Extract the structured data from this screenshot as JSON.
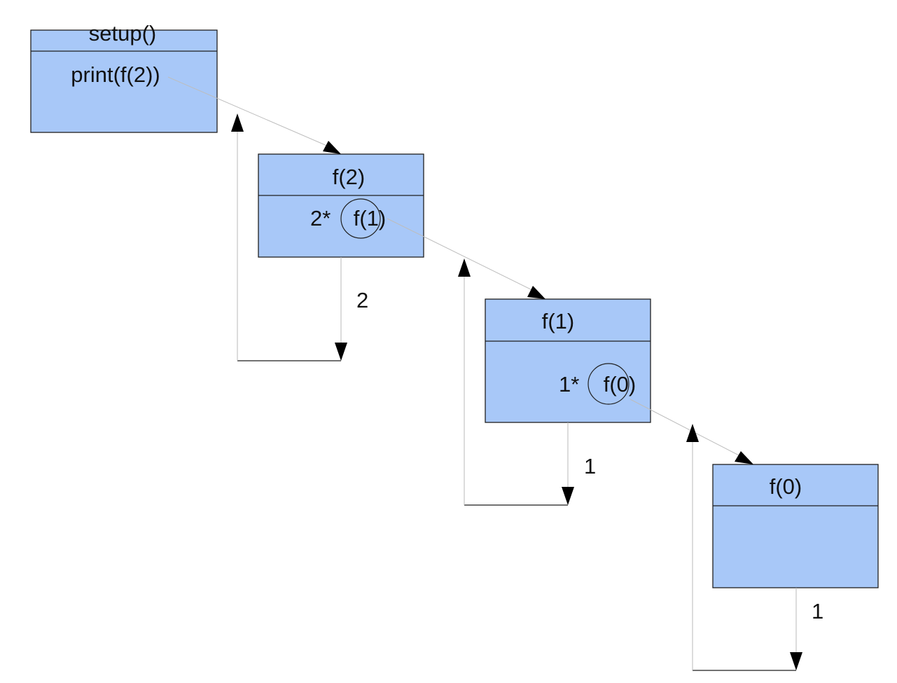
{
  "frames": [
    {
      "title": "setup()",
      "body_prefix": "",
      "body_call": "print(f(2))"
    },
    {
      "title": "f(2)",
      "body_prefix": "2*",
      "body_call": "f(1)"
    },
    {
      "title": "f(1)",
      "body_prefix": "1*",
      "body_call": "f(0)"
    },
    {
      "title": "f(0)",
      "body_prefix": "",
      "body_call": ""
    }
  ],
  "return_values": [
    "2",
    "1",
    "1"
  ],
  "colors": {
    "frame_fill": "#a8c8f8",
    "frame_border": "#1f1f1f",
    "connector": "#bdbdbd",
    "arrowhead": "#000000"
  }
}
